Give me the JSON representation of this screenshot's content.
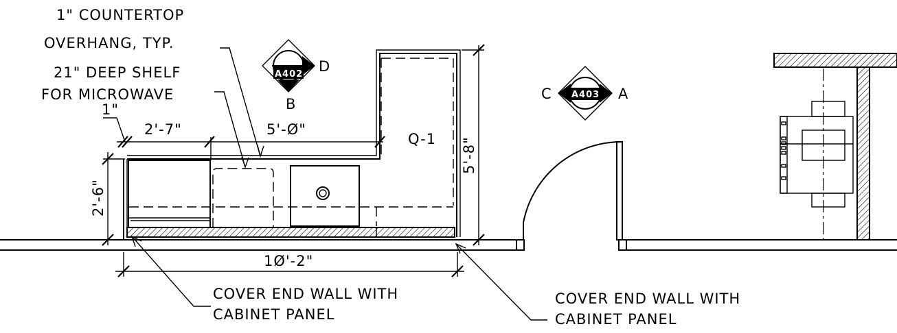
{
  "notes": {
    "overhang_1": "1\" COUNTERTOP",
    "overhang_2": "OVERHANG, TYP.",
    "shelf_1": "21\" DEEP SHELF",
    "shelf_2": "FOR MICROWAVE",
    "cover_left_1": "COVER END WALL WITH",
    "cover_left_2": "CABINET PANEL",
    "cover_right_1": "COVER END WALL WITH",
    "cover_right_2": "CABINET PANEL"
  },
  "dimensions": {
    "gap": "1\"",
    "width_a": "2'-7\"",
    "width_b": "5'-Ø\"",
    "depth": "2'-6\"",
    "height": "5'-8\"",
    "overall": "1Ø'-2\""
  },
  "cabinet_label": "Q-1",
  "section_markers": {
    "marker_1": {
      "tag": "A402",
      "right": "D",
      "bottom": "B"
    },
    "marker_2": {
      "tag": "A403",
      "left": "C",
      "right": "A"
    }
  }
}
